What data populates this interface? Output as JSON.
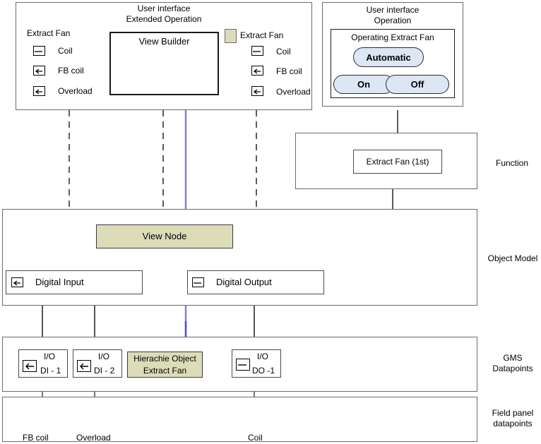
{
  "diagram": {
    "ui_extended": {
      "title_line1": "User interface",
      "title_line2": "Extended Operation",
      "left_group_label": "Extract Fan",
      "left_items": [
        {
          "label": "Coil",
          "icon": "digital-output-icon"
        },
        {
          "label": "FB coil",
          "icon": "digital-input-icon"
        },
        {
          "label": "Overload",
          "icon": "digital-input-icon"
        }
      ],
      "view_builder_label": "View Builder",
      "tree_root_label": "Extract Fan",
      "tree_items": [
        {
          "label": "Coil",
          "icon": "digital-output-icon"
        },
        {
          "label": "FB coil",
          "icon": "digital-input-icon"
        },
        {
          "label": "Overload",
          "icon": "digital-input-icon"
        }
      ]
    },
    "ui_operation": {
      "title_line1": "User interface",
      "title_line2": "Operation",
      "group_label": "Operating Extract Fan",
      "buttons": [
        {
          "label": "Automatic"
        },
        {
          "label": "On"
        },
        {
          "label": "Off"
        }
      ]
    },
    "function_band": {
      "band_label": "Function",
      "node_label": "Extract Fan (1st)"
    },
    "object_model_band": {
      "band_label": "Object Model",
      "view_node_label": "View Node",
      "digital_input_label": "Digital Input",
      "digital_output_label": "Digital Output"
    },
    "gms_band": {
      "band_label_line1": "GMS",
      "band_label_line2": "Datapoints",
      "datapoints": [
        {
          "top": "I/O",
          "bottom": "DI - 1",
          "icon": "digital-input-icon"
        },
        {
          "top": "I/O",
          "bottom": "DI - 2",
          "icon": "digital-input-icon"
        },
        {
          "top": "I/O",
          "bottom": "DO -1",
          "icon": "digital-output-icon"
        }
      ],
      "hierarchy_object_line1": "Hierachie Object",
      "hierarchy_object_line2": "Extract Fan"
    },
    "field_panel_band": {
      "band_label_line1": "Field panel",
      "band_label_line2": "datapoints",
      "signals": [
        {
          "label": "FB coil",
          "symbol": "contact-symbol"
        },
        {
          "label": "Overload",
          "symbol": "contact-symbol"
        },
        {
          "label": "Coil",
          "symbol": "coil-circle-symbol"
        }
      ]
    },
    "colors": {
      "khaki_fill": "#dcdcb9",
      "button_fill": "#dde6f5",
      "blue_flow": "#4a4aee",
      "border_gray": "#6b6b6b",
      "line_dark": "#1a1a1a"
    }
  }
}
